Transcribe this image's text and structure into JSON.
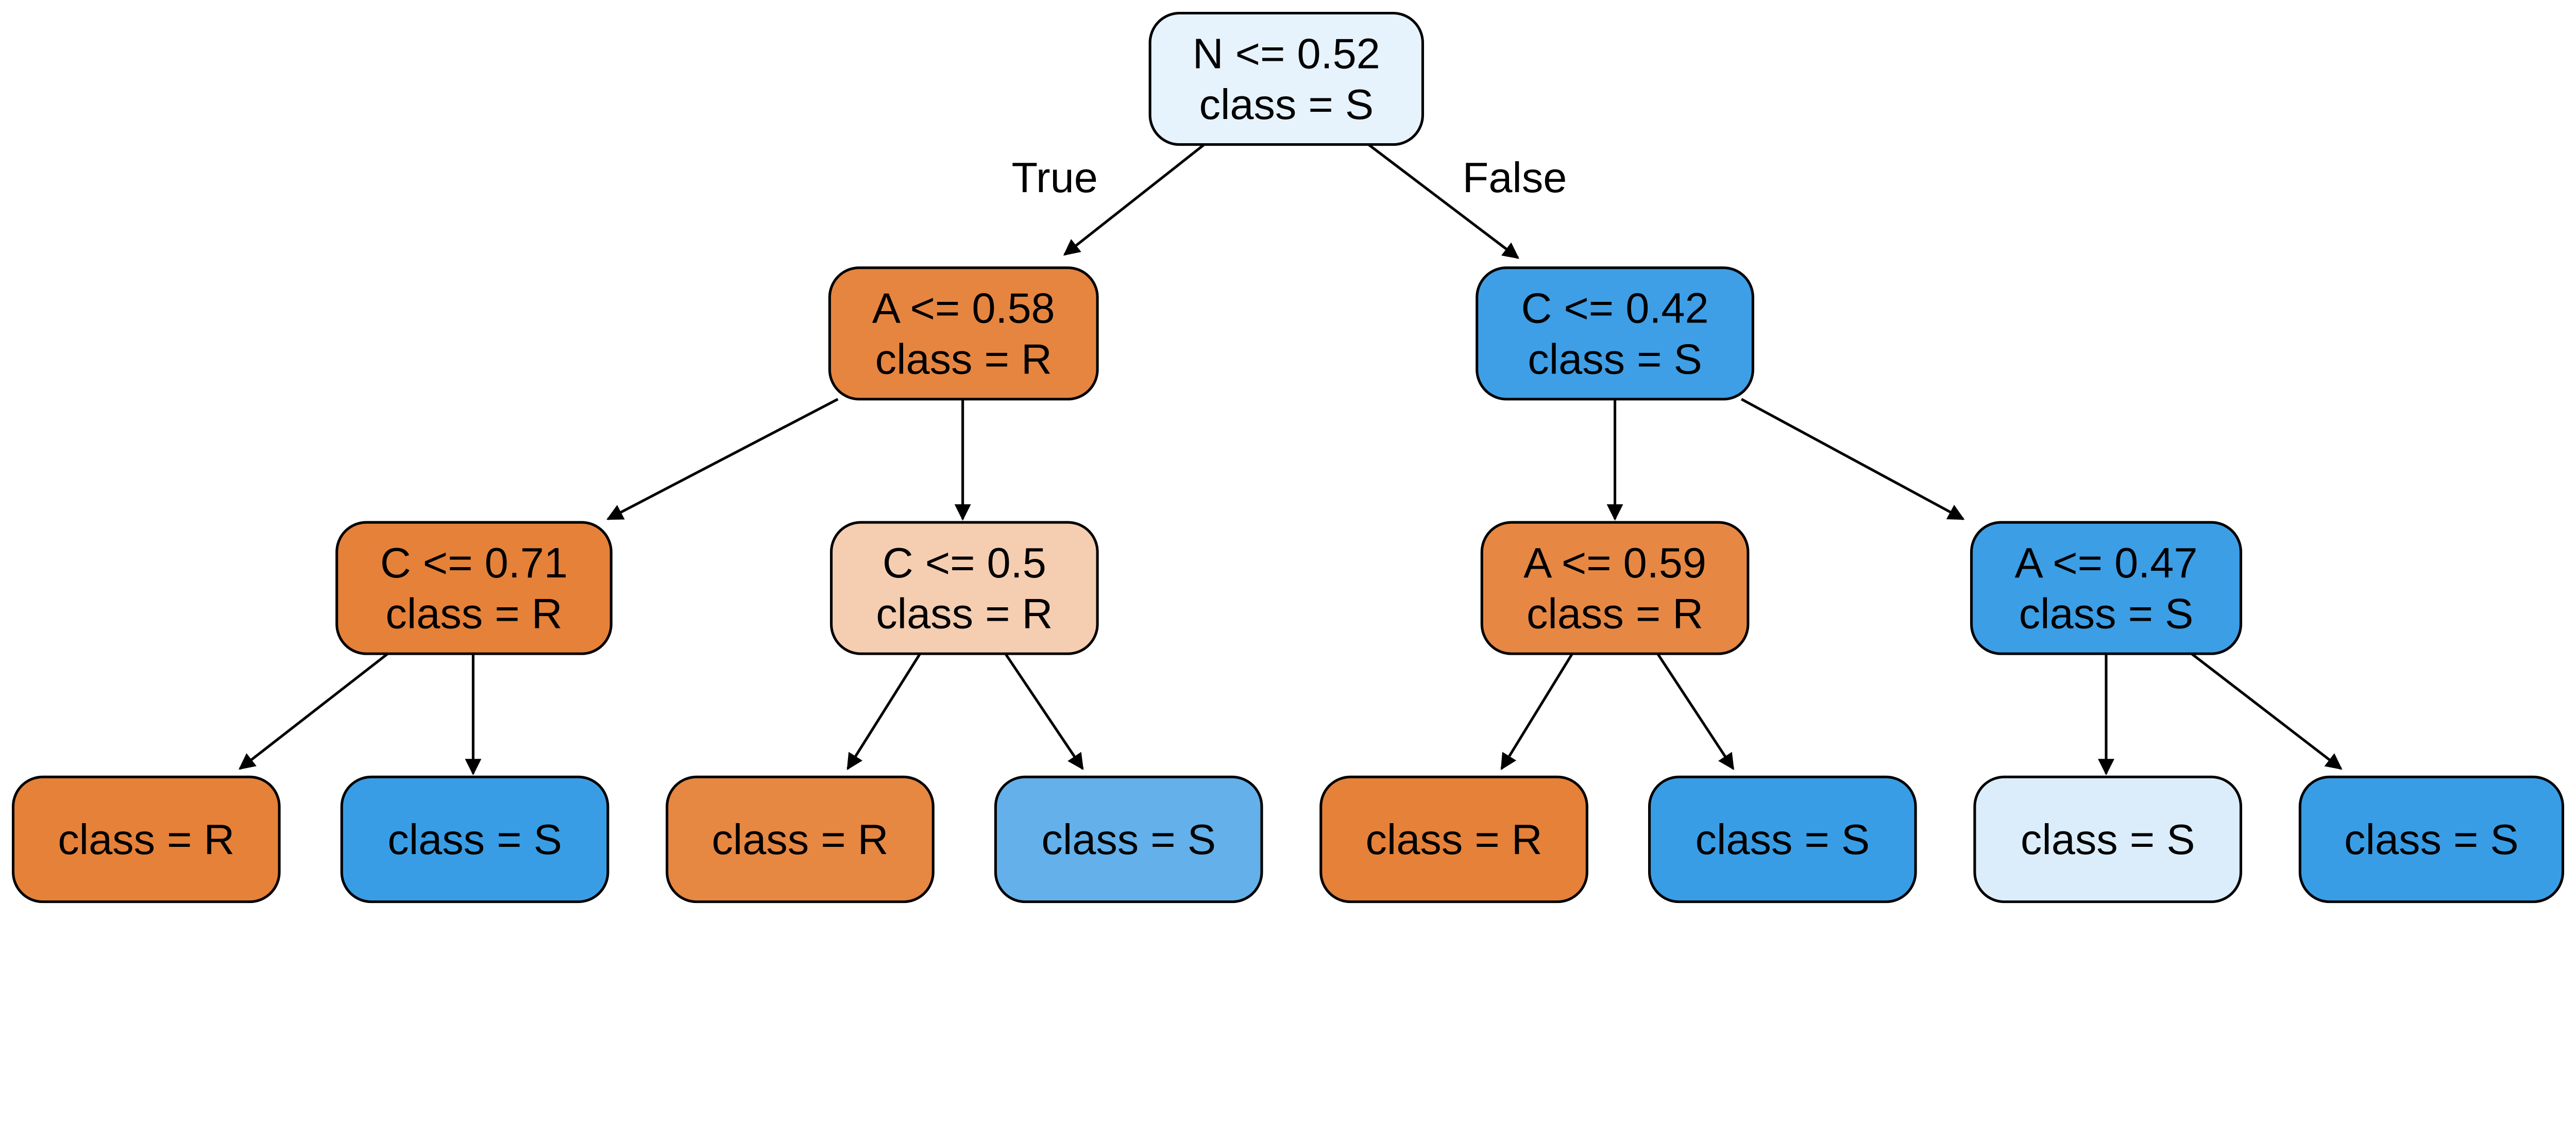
{
  "tree": {
    "nodes": [
      {
        "id": "root",
        "lines": [
          "N <= 0.52",
          "class = S"
        ],
        "fill": "#e6f2fc"
      },
      {
        "id": "n1",
        "lines": [
          "A <= 0.58",
          "class = R"
        ],
        "fill": "#e68540"
      },
      {
        "id": "n2",
        "lines": [
          "C <= 0.42",
          "class = S"
        ],
        "fill": "#3e9fe6"
      },
      {
        "id": "n3",
        "lines": [
          "C <= 0.71",
          "class = R"
        ],
        "fill": "#e58139"
      },
      {
        "id": "n4",
        "lines": [
          "C <= 0.5",
          "class = R"
        ],
        "fill": "#f5cdb0"
      },
      {
        "id": "n5",
        "lines": [
          "A <= 0.59",
          "class = R"
        ],
        "fill": "#e68844"
      },
      {
        "id": "n6",
        "lines": [
          "A <= 0.47",
          "class = S"
        ],
        "fill": "#3c9ee5"
      },
      {
        "id": "l1",
        "lines": [
          "class = R"
        ],
        "fill": "#e58139"
      },
      {
        "id": "l2",
        "lines": [
          "class = S"
        ],
        "fill": "#399de5"
      },
      {
        "id": "l3",
        "lines": [
          "class = R"
        ],
        "fill": "#e68742"
      },
      {
        "id": "l4",
        "lines": [
          "class = S"
        ],
        "fill": "#63b0ea"
      },
      {
        "id": "l5",
        "lines": [
          "class = R"
        ],
        "fill": "#e58139"
      },
      {
        "id": "l6",
        "lines": [
          "class = S"
        ],
        "fill": "#399de5"
      },
      {
        "id": "l7",
        "lines": [
          "class = S"
        ],
        "fill": "#dbedfa"
      },
      {
        "id": "l8",
        "lines": [
          "class = S"
        ],
        "fill": "#399de5"
      }
    ],
    "edges": [
      {
        "from": "root",
        "to": "n1",
        "label": "True"
      },
      {
        "from": "root",
        "to": "n2",
        "label": "False"
      },
      {
        "from": "n1",
        "to": "n3"
      },
      {
        "from": "n1",
        "to": "n4"
      },
      {
        "from": "n2",
        "to": "n5"
      },
      {
        "from": "n2",
        "to": "n6"
      },
      {
        "from": "n3",
        "to": "l1"
      },
      {
        "from": "n3",
        "to": "l2"
      },
      {
        "from": "n4",
        "to": "l3"
      },
      {
        "from": "n4",
        "to": "l4"
      },
      {
        "from": "n5",
        "to": "l5"
      },
      {
        "from": "n5",
        "to": "l6"
      },
      {
        "from": "n6",
        "to": "l7"
      },
      {
        "from": "n6",
        "to": "l8"
      }
    ]
  }
}
